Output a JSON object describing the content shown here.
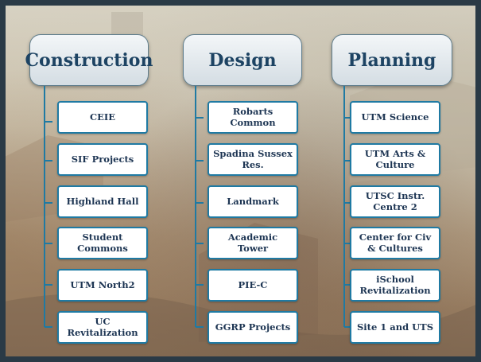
{
  "columns": [
    {
      "title": "Construction",
      "items": [
        "CEIE",
        "SIF Projects",
        "Highland Hall",
        "Student Commons",
        "UTM North2",
        "UC Revitalization"
      ]
    },
    {
      "title": "Design",
      "items": [
        "Robarts Common",
        "Spadina Sussex Res.",
        "Landmark",
        "Academic Tower",
        "PIE-C",
        "GGRP Projects"
      ]
    },
    {
      "title": "Planning",
      "items": [
        "UTM Science",
        "UTM Arts & Culture",
        "UTSC Instr. Centre 2",
        "Center for Civ & Cultures",
        "iSchool Revitalization",
        "Site 1 and UTS"
      ]
    }
  ],
  "colors": {
    "header_text": "#1d4363",
    "item_border": "#1f7aa3",
    "item_text": "#1d3553",
    "frame": "#2a3a46"
  }
}
